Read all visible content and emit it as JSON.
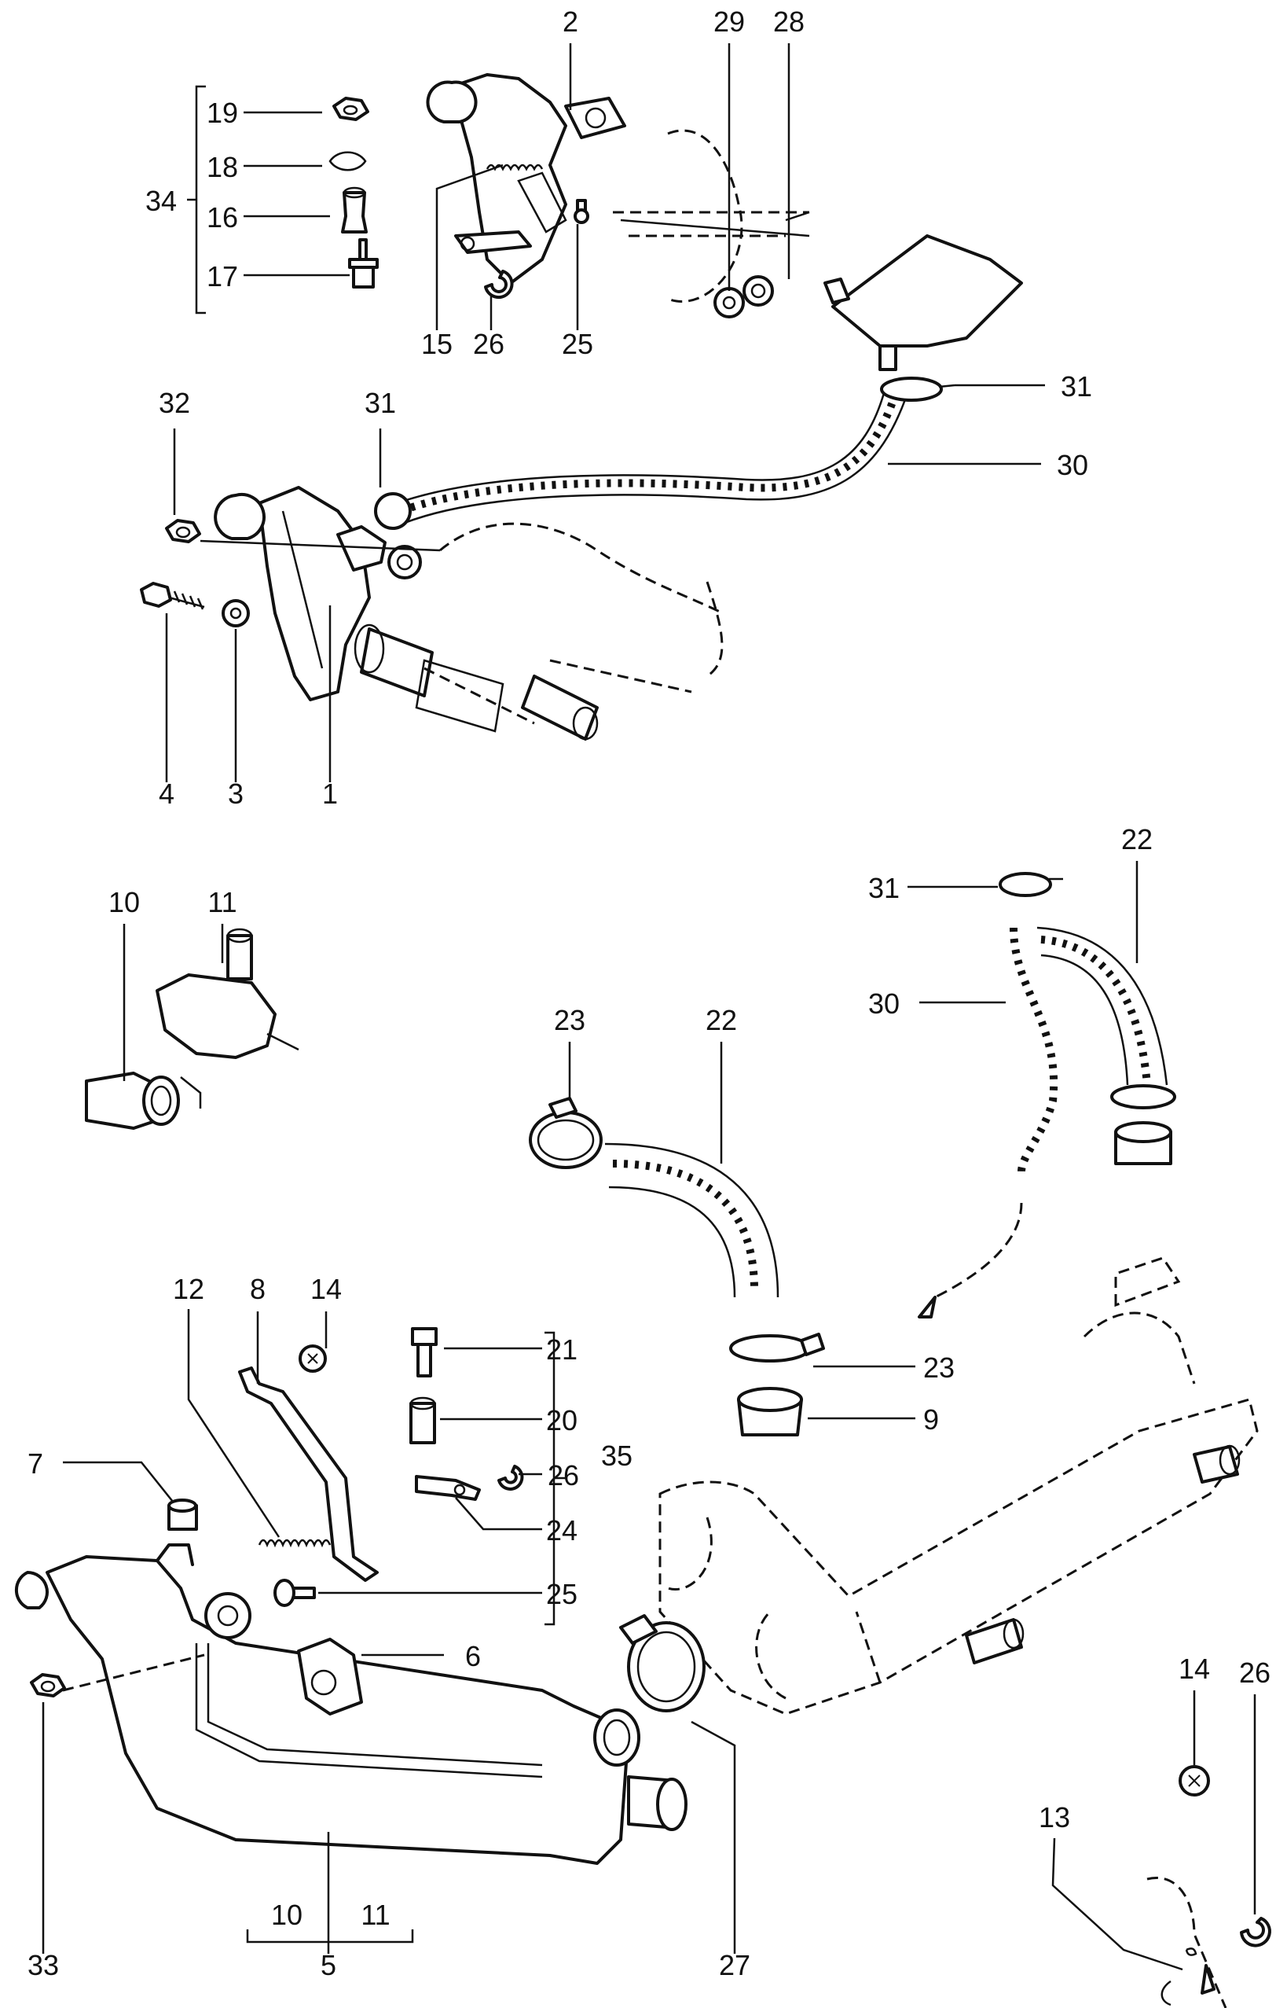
{
  "labels": {
    "l1": "1",
    "l2": "2",
    "l3": "3",
    "l4": "4",
    "l5": "5",
    "l6": "6",
    "l7": "7",
    "l8": "8",
    "l9": "9",
    "l10a": "10",
    "l10b": "10",
    "l11a": "11",
    "l11b": "11",
    "l12": "12",
    "l13": "13",
    "l14a": "14",
    "l14b": "14",
    "l15": "15",
    "l16": "16",
    "l17": "17",
    "l18": "18",
    "l19": "19",
    "l20": "20",
    "l21": "21",
    "l22a": "22",
    "l22b": "22",
    "l23a": "23",
    "l23b": "23",
    "l24": "24",
    "l25a": "25",
    "l25b": "25",
    "l26a": "26",
    "l26b": "26",
    "l26c": "26",
    "l27": "27",
    "l28": "28",
    "l29": "29",
    "l30a": "30",
    "l30b": "30",
    "l31a": "31",
    "l31b": "31",
    "l31c": "31",
    "l32": "32",
    "l33": "33",
    "l34": "34",
    "l35": "35"
  }
}
